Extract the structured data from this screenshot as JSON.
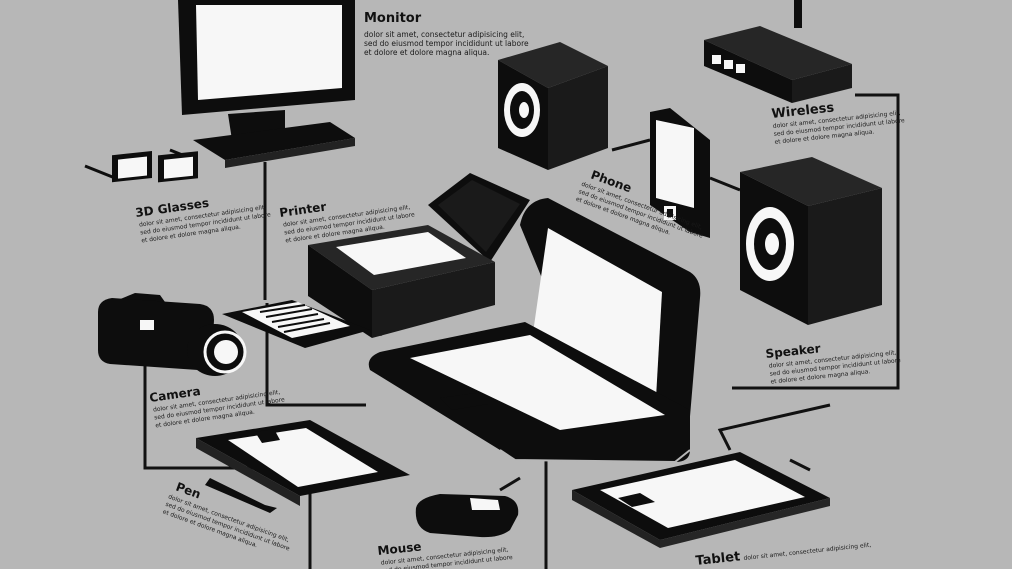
{
  "labels": {
    "monitor": "Monitor",
    "wireless": "Wireless",
    "glasses": "3D Glasses",
    "printer": "Printer",
    "phone": "Phone",
    "speaker": "Speaker",
    "camera": "Camera",
    "pen": "Pen",
    "mouse": "Mouse",
    "tablet": "Tablet"
  },
  "body_text": {
    "line1": "dolor sit amet, consectetur adipisicing elit,",
    "line2": "sed do eiusmod tempor incididunt ut labore",
    "line3": "et dolore et dolore magna aliqua."
  },
  "colors": {
    "background": "#b7b7b7",
    "device": "#0d0d0d",
    "screen": "#f7f7f7",
    "line": "#111111"
  }
}
